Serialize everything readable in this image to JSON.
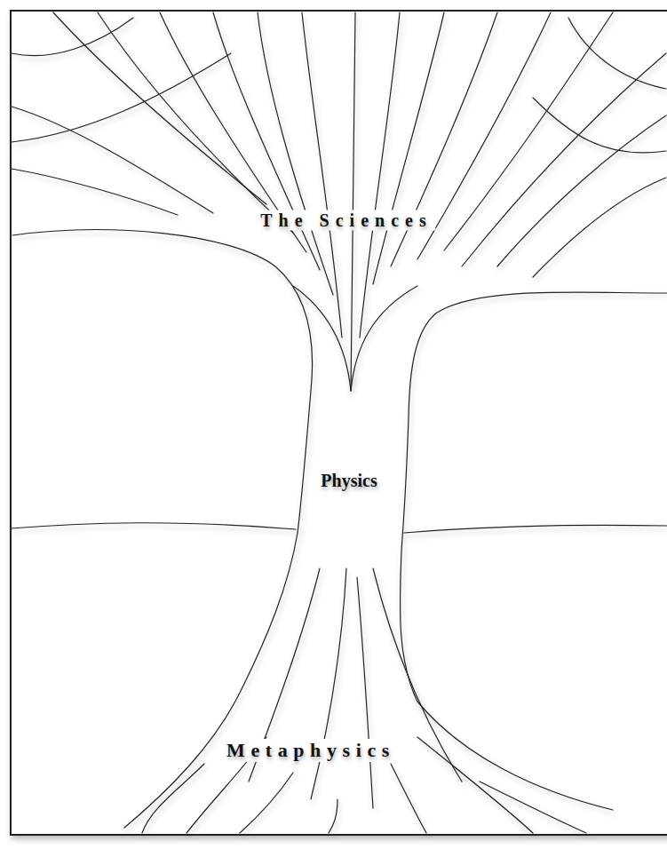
{
  "diagram": {
    "labels": [
      "The Sciences",
      "Physics",
      "Metaphysics"
    ]
  }
}
